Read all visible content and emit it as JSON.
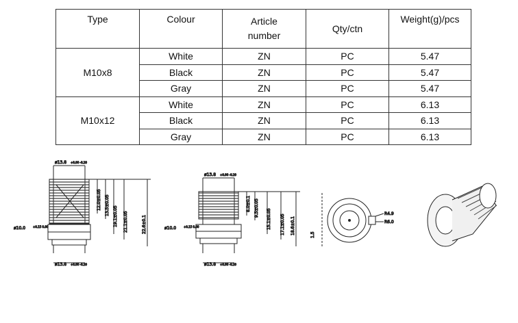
{
  "table": {
    "headers": {
      "type": "Type",
      "colour": "Colour",
      "article_line1": "Article",
      "article_line2": "number",
      "qty": "Qty/ctn",
      "weight": "Weight(g)/pcs"
    },
    "groups": [
      {
        "type": "M10x8",
        "rows": [
          {
            "colour": "White",
            "article": "ZN",
            "qty": "PC",
            "weight": "5.47"
          },
          {
            "colour": "Black",
            "article": "ZN",
            "qty": "PC",
            "weight": "5.47"
          },
          {
            "colour": "Gray",
            "article": "ZN",
            "qty": "PC",
            "weight": "5.47"
          }
        ]
      },
      {
        "type": "M10x12",
        "rows": [
          {
            "colour": "White",
            "article": "ZN",
            "qty": "PC",
            "weight": "6.13"
          },
          {
            "colour": "Black",
            "article": "ZN",
            "qty": "PC",
            "weight": "6.13"
          },
          {
            "colour": "Gray",
            "article": "ZN",
            "qty": "PC",
            "weight": "6.13"
          }
        ]
      }
    ]
  },
  "drawings": {
    "d1": {
      "top_dia": "ø13.8",
      "bottom_dia": "ø13.8",
      "tol": "+0.00 -0.20",
      "left_dia": "ø10.0",
      "left_tol": "+0.15 0.00",
      "v1": "12.0±0.05",
      "v2": "13.5±0.05",
      "v3": "19.1±0.05",
      "v4": "21.1±0.05",
      "v5": "22.6±0.1"
    },
    "d2": {
      "top_dia": "ø13.8",
      "bottom_dia": "ø13.8",
      "tol": "+0.00 -0.20",
      "left_dia": "ø10.0",
      "left_tol": "+0.15 0.00",
      "v1": "8.0±0.1",
      "v2": "9.5±0.05",
      "v3": "15.1±0.05",
      "v4": "17.1±0.05",
      "v5": "18.6±0.1"
    },
    "d3": {
      "r1": "R4.9",
      "r2": "R6.0",
      "side": "1.5"
    }
  }
}
